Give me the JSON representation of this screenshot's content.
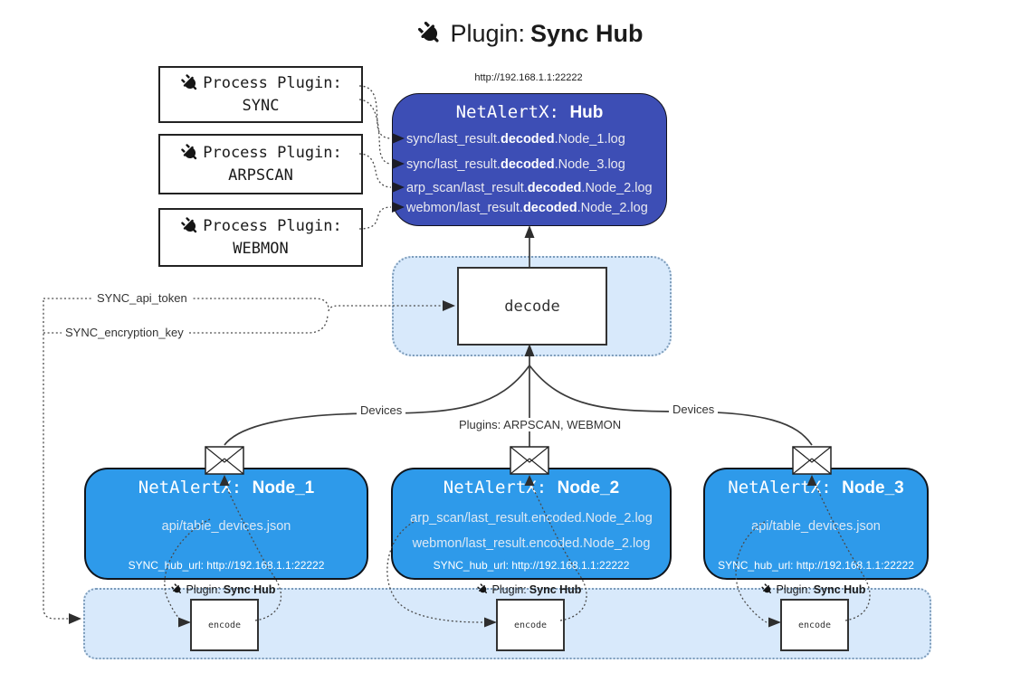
{
  "title": {
    "prefix": "Plugin: ",
    "bold": "Sync Hub"
  },
  "process_plugins": [
    {
      "label": "Process Plugin:",
      "name": "SYNC"
    },
    {
      "label": "Process Plugin:",
      "name": "ARPSCAN"
    },
    {
      "label": "Process Plugin:",
      "name": "WEBMON"
    }
  ],
  "hub": {
    "url": "http://192.168.1.1:22222",
    "title_mono": "NetAlertX: ",
    "title_bold": "Hub",
    "logs": [
      {
        "pre": "sync/last_result.",
        "bold": "decoded",
        "post": ".Node_1.log"
      },
      {
        "pre": "sync/last_result.",
        "bold": "decoded",
        "post": ".Node_3.log"
      },
      {
        "pre": "arp_scan/last_result.",
        "bold": "decoded",
        "post": ".Node_2.log"
      },
      {
        "pre": "webmon/last_result.",
        "bold": "decoded",
        "post": ".Node_2.log"
      }
    ]
  },
  "decode": {
    "label": "decode"
  },
  "keys": {
    "api_token": "SYNC_api_token",
    "encryption_key": "SYNC_encryption_key"
  },
  "edges": {
    "devices_left": "Devices",
    "devices_right": "Devices",
    "plugins_mid": "Plugins: ARPSCAN, WEBMON"
  },
  "nodes": [
    {
      "title_mono": "NetAlertX: ",
      "title_bold": "Node_1",
      "lines": [
        "api/table_devices.json"
      ],
      "hub_url": "SYNC_hub_url: http://192.168.1.1:22222"
    },
    {
      "title_mono": "NetAlertX: ",
      "title_bold": "Node_2",
      "lines": [
        "arp_scan/last_result.encoded.Node_2.log",
        "webmon/last_result.encoded.Node_2.log"
      ],
      "hub_url": "SYNC_hub_url: http://192.168.1.1:22222"
    },
    {
      "title_mono": "NetAlertX: ",
      "title_bold": "Node_3",
      "lines": [
        "api/table_devices.json"
      ],
      "hub_url": "SYNC_hub_url: http://192.168.1.1:22222"
    }
  ],
  "encode_units": [
    {
      "label_prefix": "Plugin: ",
      "label_bold": "Sync Hub",
      "box": "encode"
    },
    {
      "label_prefix": "Plugin: ",
      "label_bold": "Sync Hub",
      "box": "encode"
    },
    {
      "label_prefix": "Plugin: ",
      "label_bold": "Sync Hub",
      "box": "encode"
    }
  ],
  "icons": {
    "plug": "plug-icon",
    "mail": "envelope-icon"
  },
  "colors": {
    "hub_bg": "#3d4eb5",
    "node_bg": "#2e9aea",
    "panel_bg": "#d8e9fb",
    "panel_border": "#7d9cba",
    "line": "#3b3b3b",
    "dotted": "#4a4a4a",
    "hub_text": "#e9e9f0",
    "node_text": "#dce8f4",
    "ink": "#1f1f1f",
    "box_border": "#2b2b2b"
  }
}
